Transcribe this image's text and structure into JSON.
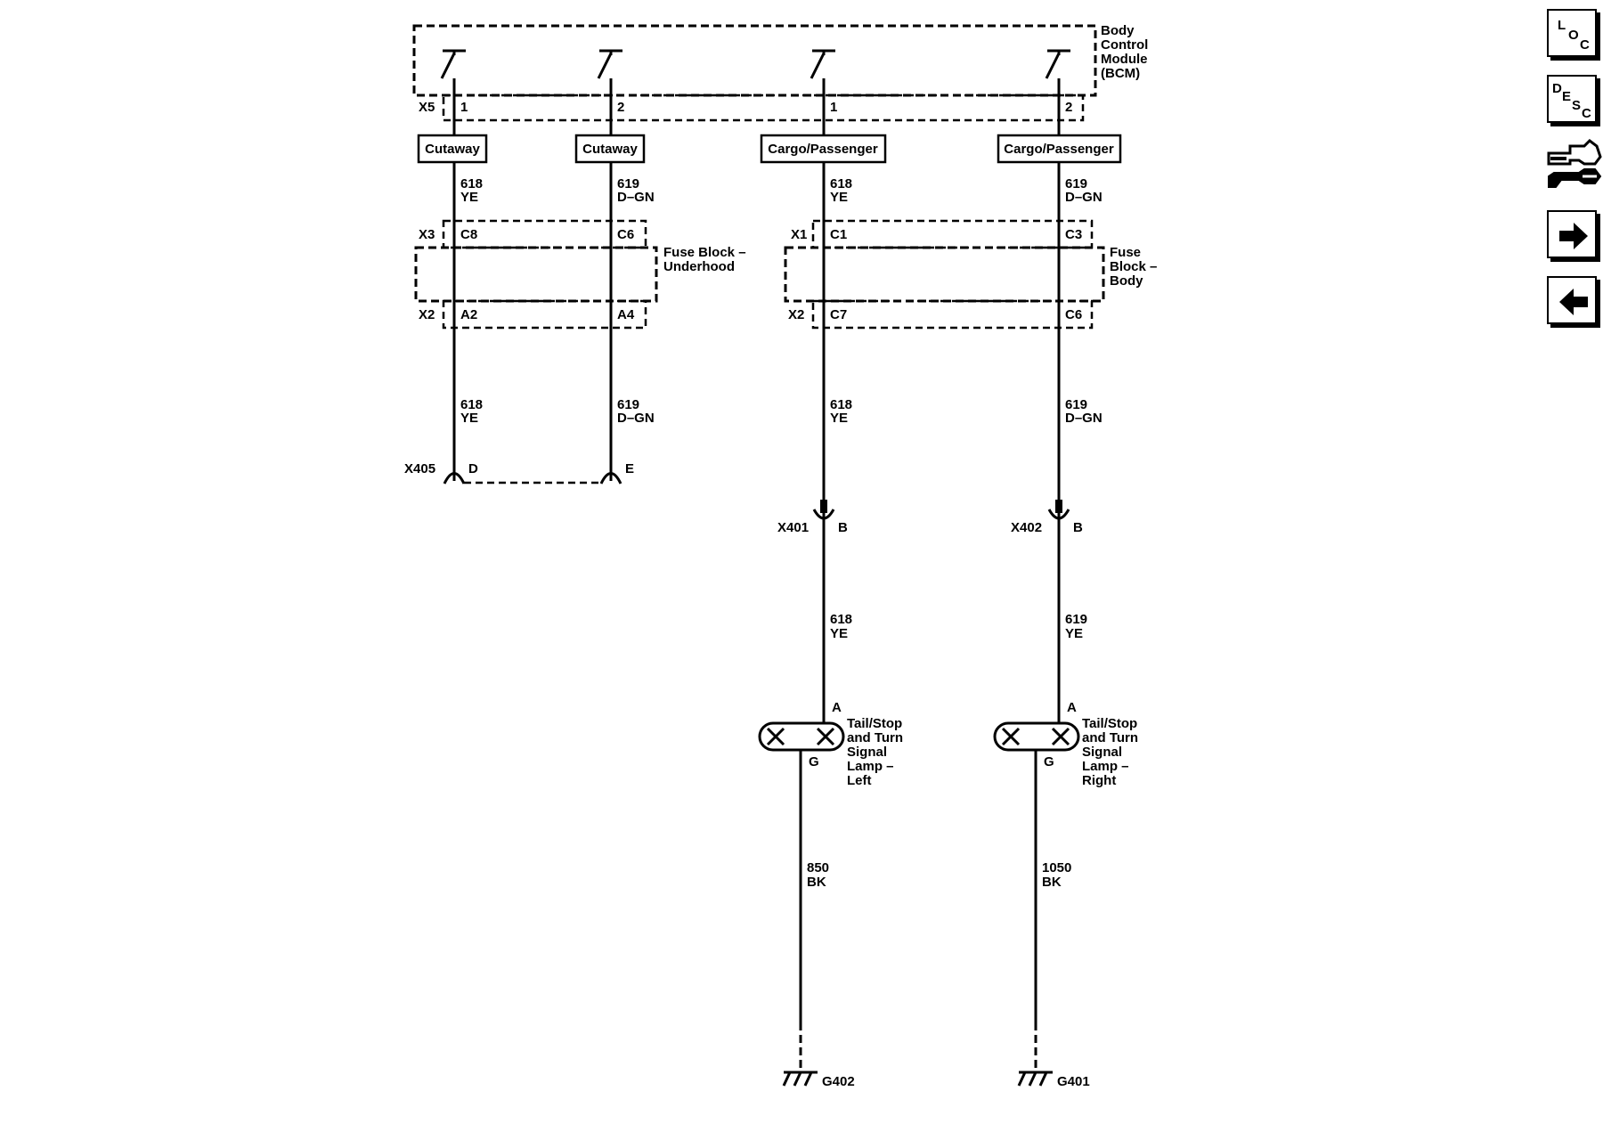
{
  "modules": {
    "bcm": [
      "Body",
      "Control",
      "Module",
      "(BCM)"
    ],
    "fuse_underhood": [
      "Fuse Block –",
      "Underhood"
    ],
    "fuse_body": [
      "Fuse",
      "Block –",
      "Body"
    ]
  },
  "connectors": {
    "x5": "X5",
    "x3": "X3",
    "x1": "X1",
    "x2a": "X2",
    "x2b": "X2",
    "x405": "X405",
    "x401": "X401",
    "x402": "X402"
  },
  "pins": {
    "bcm1a": "1",
    "bcm2a": "2",
    "bcm1b": "1",
    "bcm2b": "2",
    "c8": "C8",
    "c6": "C6",
    "c1": "C1",
    "c3": "C3",
    "a2": "A2",
    "a4": "A4",
    "c7": "C7",
    "c6b": "C6",
    "d": "D",
    "e": "E",
    "b1": "B",
    "b2": "B",
    "a_left": "A",
    "g_left": "G",
    "a_right": "A",
    "g_right": "G"
  },
  "option_labels": {
    "cutaway1": "Cutaway",
    "cutaway2": "Cutaway",
    "cargo1": "Cargo/Passenger",
    "cargo2": "Cargo/Passenger"
  },
  "wires": {
    "w1a": [
      "618",
      "YE"
    ],
    "w2a": [
      "619",
      "D–GN"
    ],
    "w3a": [
      "618",
      "YE"
    ],
    "w4a": [
      "619",
      "D–GN"
    ],
    "w1b": [
      "618",
      "YE"
    ],
    "w2b": [
      "619",
      "D–GN"
    ],
    "w3b": [
      "618",
      "YE"
    ],
    "w4b": [
      "619",
      "D–GN"
    ],
    "w3c": [
      "618",
      "YE"
    ],
    "w4c": [
      "619",
      "YE"
    ],
    "w5": [
      "850",
      "BK"
    ],
    "w6": [
      "1050",
      "BK"
    ]
  },
  "lamps": {
    "left": [
      "Tail/Stop",
      "and Turn",
      "Signal",
      "Lamp –",
      "Left"
    ],
    "right": [
      "Tail/Stop",
      "and Turn",
      "Signal",
      "Lamp –",
      "Right"
    ]
  },
  "grounds": {
    "g402": "G402",
    "g401": "G401"
  },
  "nav": {
    "loc": [
      "L",
      "O",
      "C"
    ],
    "desc": [
      "D",
      "E",
      "S",
      "C"
    ],
    "tools_icon": "connector-tools-icon",
    "next_icon": "right-arrow-icon",
    "prev_icon": "left-arrow-icon"
  }
}
